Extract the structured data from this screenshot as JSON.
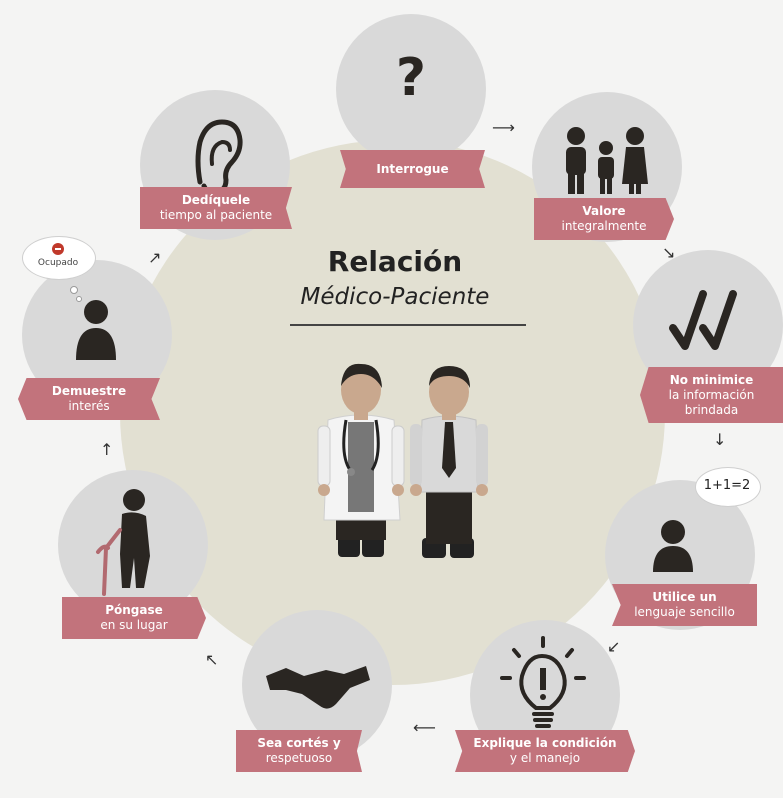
{
  "title": "Relación",
  "subtitle": "Médico-Paciente",
  "colors": {
    "label_bg": "#c2737c",
    "node_bg": "#d9d9d9",
    "center_bg": "#e2e0d2",
    "icon": "#2a2622"
  },
  "steps": [
    {
      "icon": "question-mark-icon",
      "bold": "Interrogue",
      "normal": ""
    },
    {
      "icon": "family-icon",
      "bold": "Valore",
      "normal": "integralmente"
    },
    {
      "icon": "double-check-icon",
      "bold": "No minimice",
      "normal": "la información brindada"
    },
    {
      "icon": "person-speech-icon",
      "bold": "Utilice un",
      "normal": "lenguaje sencillo"
    },
    {
      "icon": "lightbulb-icon",
      "bold": "Explique la condición",
      "normal": "y el manejo"
    },
    {
      "icon": "handshake-icon",
      "bold": "Sea cortés y",
      "normal": "respetuoso"
    },
    {
      "icon": "elderly-person-icon",
      "bold": "Póngase",
      "normal": "en su lugar"
    },
    {
      "icon": "person-thought-icon",
      "bold": "Demuestre",
      "normal": "interés"
    },
    {
      "icon": "ear-icon",
      "bold": "Dedíquele",
      "normal": "tiempo al paciente"
    }
  ],
  "speech_text": "1+1=2",
  "thought_text": "Ocupado",
  "question_glyph": "?"
}
